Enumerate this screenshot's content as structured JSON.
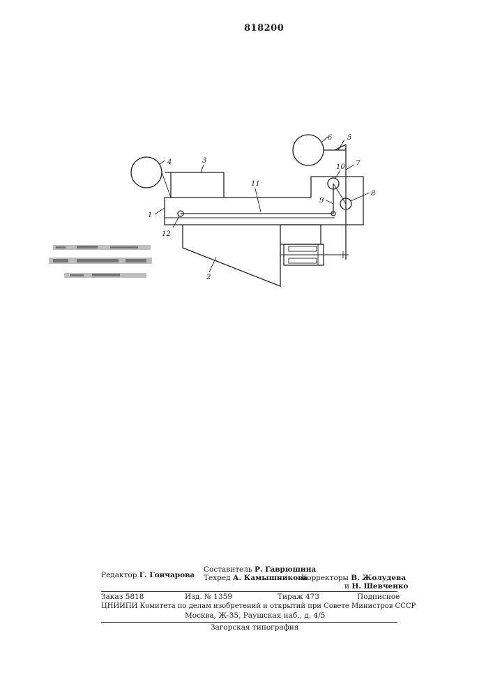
{
  "document": {
    "patent_number": "818200"
  },
  "drawing": {
    "labels": [
      "1",
      "2",
      "3",
      "4",
      "5",
      "6",
      "7",
      "8",
      "9",
      "10",
      "11",
      "12"
    ]
  },
  "imprint": {
    "editor_label": "Редактор",
    "editor_name": "Г. Гончарова",
    "compiler_label": "Составитель",
    "compiler_name": "Р. Гаврюшина",
    "techred_label": "Техред",
    "techred_name": "А. Камышникова",
    "correctors_label": "Корректоры",
    "corrector1": "В. Жолудева",
    "corrector2_prefix": "и",
    "corrector2": "Н. Шевченко",
    "order": "Заказ 5818",
    "edition": "Изд. № 1359",
    "circulation": "Тираж 473",
    "subscription": "Подписное",
    "org_line": "ЦНИИПИ Комитета по делам изобретений и открытий при Совете Министров СССР",
    "address": "Москва, Ж-35, Раушская наб., д. 4/5",
    "printer": "Загорская типография"
  }
}
